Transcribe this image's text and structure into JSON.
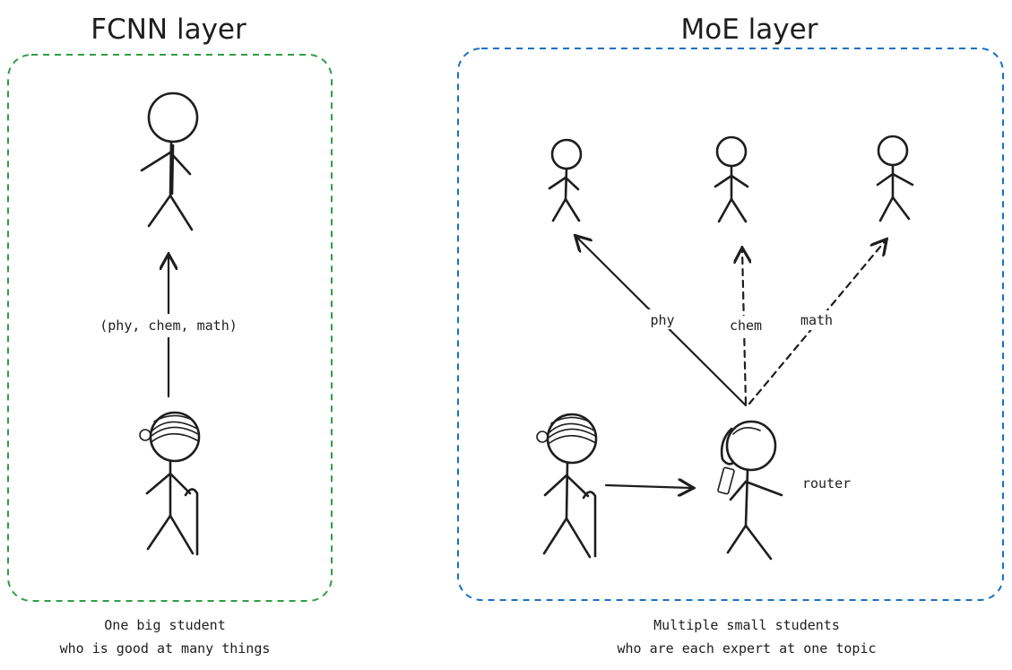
{
  "colors": {
    "ink": "#1e1e1e",
    "fcnn_border": "#2f9e44",
    "moe_border": "#1971c2",
    "background": "#ffffff"
  },
  "fcnn": {
    "title": "FCNN layer",
    "arrow_label": "(phy, chem, math)",
    "caption_line1": "One big student",
    "caption_line2": "who is good at many things"
  },
  "moe": {
    "title": "MoE layer",
    "route_labels": [
      "phy",
      "chem",
      "math"
    ],
    "router_label": "router",
    "caption_line1": "Multiple small students",
    "caption_line2": "who are each expert at one topic"
  }
}
